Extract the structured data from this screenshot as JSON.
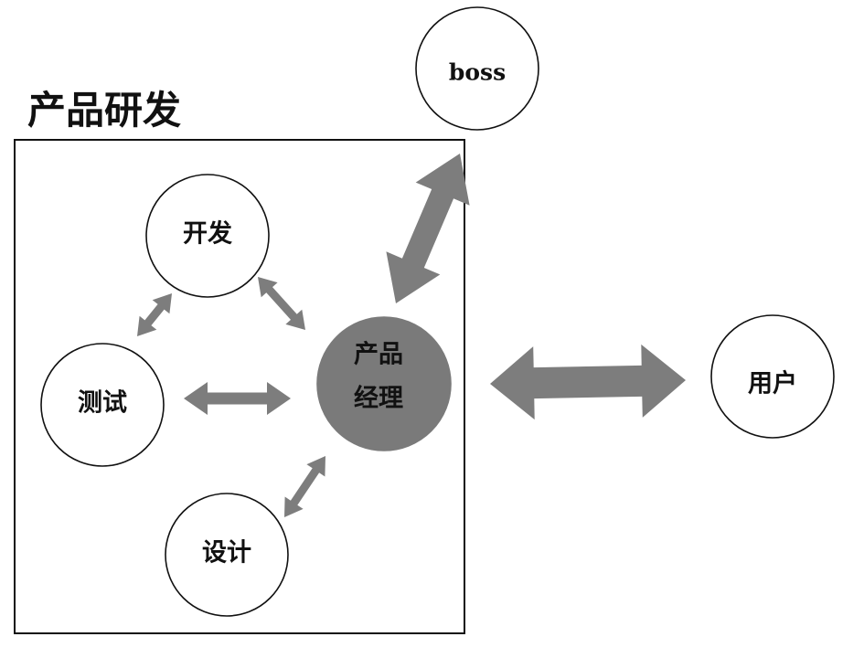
{
  "group": {
    "title": "产品研发"
  },
  "nodes": {
    "dev": {
      "label": "开发"
    },
    "test": {
      "label": "测试"
    },
    "design": {
      "label": "设计"
    },
    "pm": {
      "label_line1": "产品",
      "label_line2": "经理"
    },
    "boss": {
      "label": "boss"
    },
    "user": {
      "label": "用户"
    }
  },
  "colors": {
    "arrow": "#7d7d7d",
    "pm_fill": "#7a7a7a",
    "outline": "#111111"
  }
}
